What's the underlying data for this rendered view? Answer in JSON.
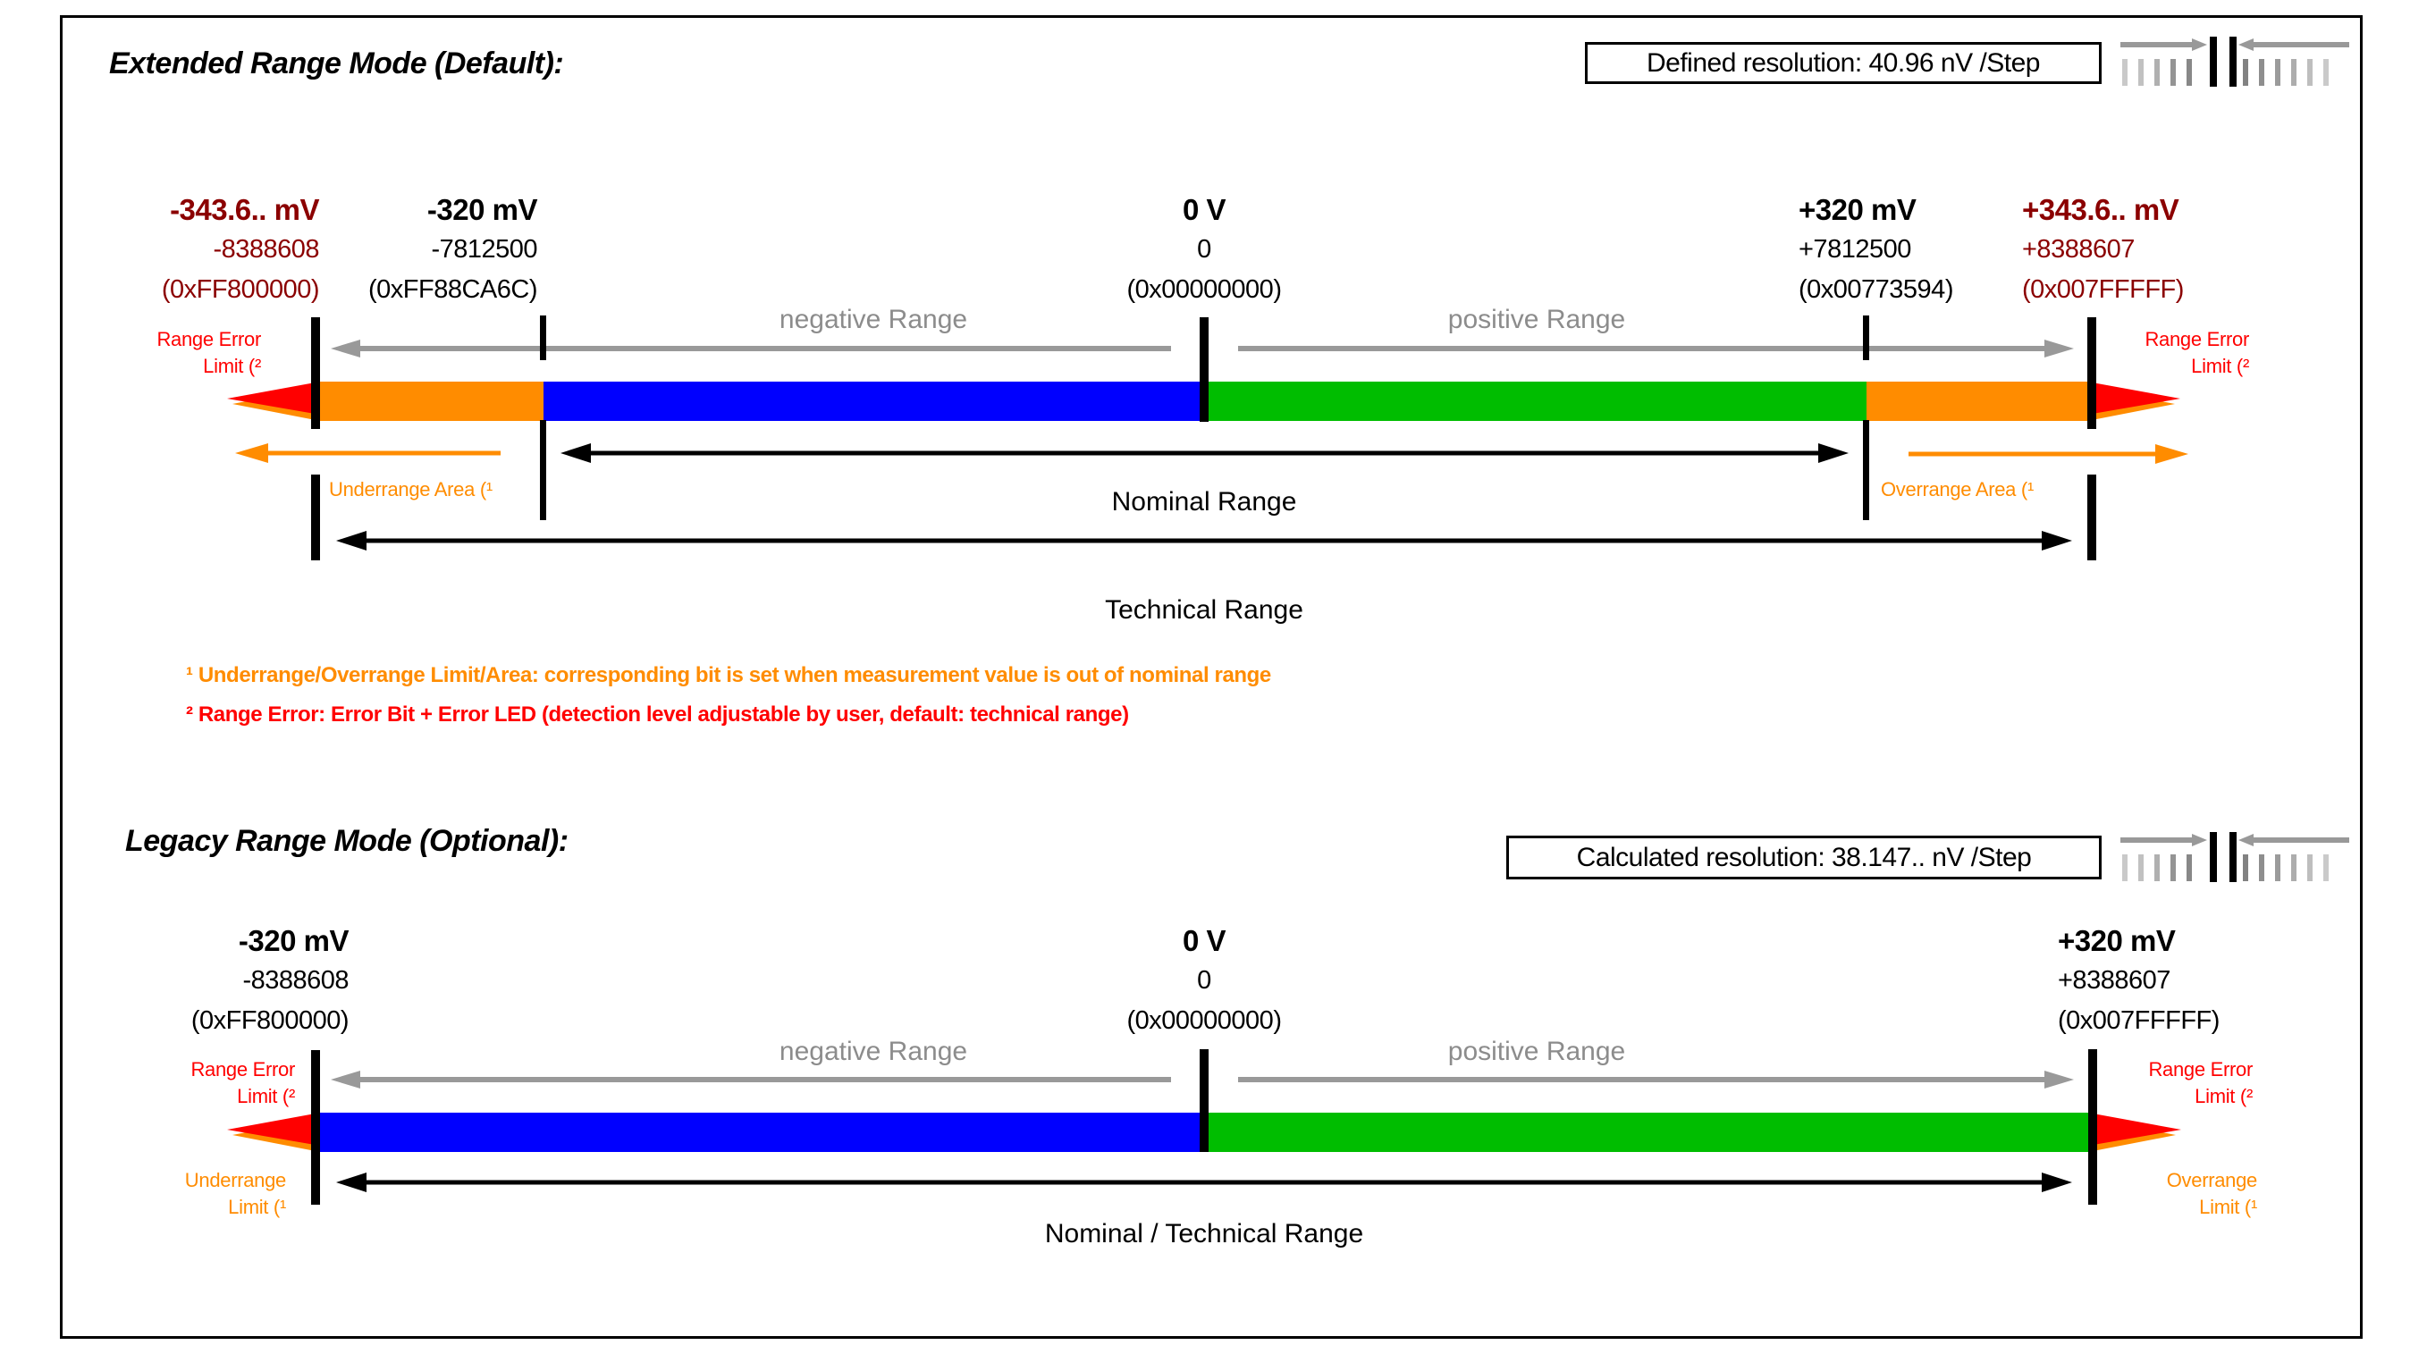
{
  "colors": {
    "c-blue": "#0000ff",
    "c-green": "#00bd00",
    "c-orange": "#ff8c00",
    "c-red": "#ff0000",
    "c-darkred": "#8b0000",
    "c-graytext": "#8c8c8c",
    "c-grayarrow": "#999999"
  },
  "extended": {
    "title": "Extended Range Mode (Default):",
    "resolution": "Defined resolution: 40.96 nV /Step",
    "scale": [
      {
        "mv": "-343.6.. mV",
        "dec": "-8388608",
        "hex": "(0xFF800000)"
      },
      {
        "mv": "-320 mV",
        "dec": "-7812500",
        "hex": "(0xFF88CA6C)"
      },
      {
        "mv": "0 V",
        "dec": "0",
        "hex": "(0x00000000)"
      },
      {
        "mv": "+320 mV",
        "dec": "+7812500",
        "hex": "(0x00773594)"
      },
      {
        "mv": "+343.6.. mV",
        "dec": "+8388607",
        "hex": "(0x007FFFFF)"
      }
    ],
    "negative_range": "negative Range",
    "positive_range": "positive Range",
    "range_error": {
      "l1": "Range Error",
      "l2": "Limit (²"
    },
    "underrange_area": "Underrange Area (¹",
    "overrange_area": "Overrange Area (¹",
    "nominal": "Nominal Range",
    "technical": "Technical Range"
  },
  "footnotes": {
    "f1": "¹ Underrange/Overrange Limit/Area: corresponding bit is set when measurement value is out of nominal range",
    "f2": "² Range Error: Error Bit + Error LED (detection level adjustable by user, default: technical range)"
  },
  "legacy": {
    "title": "Legacy Range Mode (Optional):",
    "resolution": "Calculated resolution: 38.147.. nV /Step",
    "scale": [
      {
        "mv": "-320 mV",
        "dec": "-8388608",
        "hex": "(0xFF800000)"
      },
      {
        "mv": "0 V",
        "dec": "0",
        "hex": "(0x00000000)"
      },
      {
        "mv": "+320 mV",
        "dec": "+8388607",
        "hex": "(0x007FFFFF)"
      }
    ],
    "negative_range": "negative Range",
    "positive_range": "positive Range",
    "range_error": {
      "l1": "Range Error",
      "l2": "Limit (²"
    },
    "underrange_limit": {
      "l1": "Underrange",
      "l2": "Limit (¹"
    },
    "overrange_limit": {
      "l1": "Overrange",
      "l2": "Limit (¹"
    },
    "nominal_technical": "Nominal / Technical Range"
  }
}
